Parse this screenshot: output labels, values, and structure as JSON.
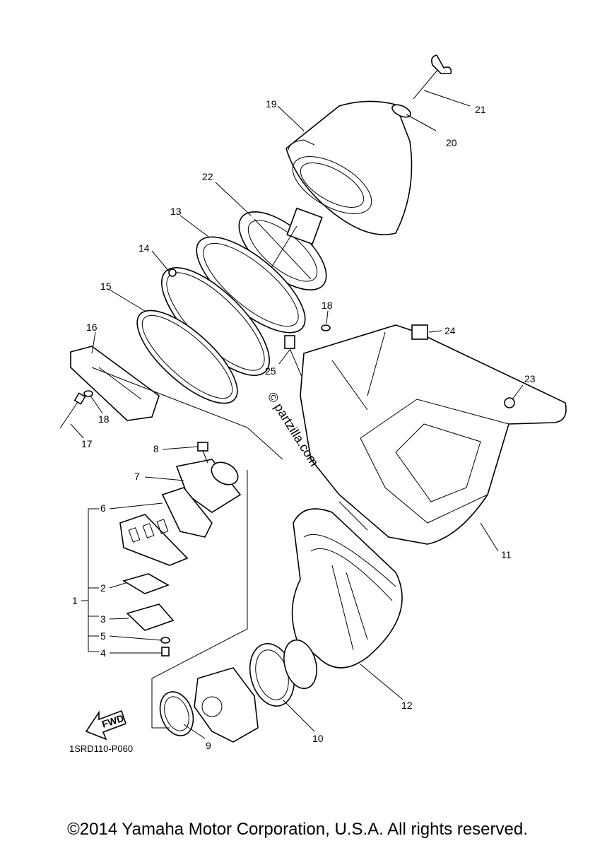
{
  "parts": [
    {
      "id": "1",
      "label": "1"
    },
    {
      "id": "2",
      "label": "2"
    },
    {
      "id": "3",
      "label": "3"
    },
    {
      "id": "4",
      "label": "4"
    },
    {
      "id": "5",
      "label": "5"
    },
    {
      "id": "6",
      "label": "6"
    },
    {
      "id": "7",
      "label": "7"
    },
    {
      "id": "8",
      "label": "8"
    },
    {
      "id": "9",
      "label": "9"
    },
    {
      "id": "10",
      "label": "10"
    },
    {
      "id": "11",
      "label": "11"
    },
    {
      "id": "12",
      "label": "12"
    },
    {
      "id": "13",
      "label": "13"
    },
    {
      "id": "14",
      "label": "14"
    },
    {
      "id": "15",
      "label": "15"
    },
    {
      "id": "16",
      "label": "16"
    },
    {
      "id": "17",
      "label": "17"
    },
    {
      "id": "18",
      "label": "18"
    },
    {
      "id": "19",
      "label": "19"
    },
    {
      "id": "20",
      "label": "20"
    },
    {
      "id": "21",
      "label": "21"
    },
    {
      "id": "22",
      "label": "22"
    },
    {
      "id": "23",
      "label": "23"
    },
    {
      "id": "24",
      "label": "24"
    },
    {
      "id": "25",
      "label": "25"
    }
  ],
  "fwd_label": "FWD",
  "watermark": "© partzilla.com",
  "diagram_code": "1SRD110-P060",
  "copyright": "©2014 Yamaha Motor Corporation, U.S.A. All rights reserved."
}
